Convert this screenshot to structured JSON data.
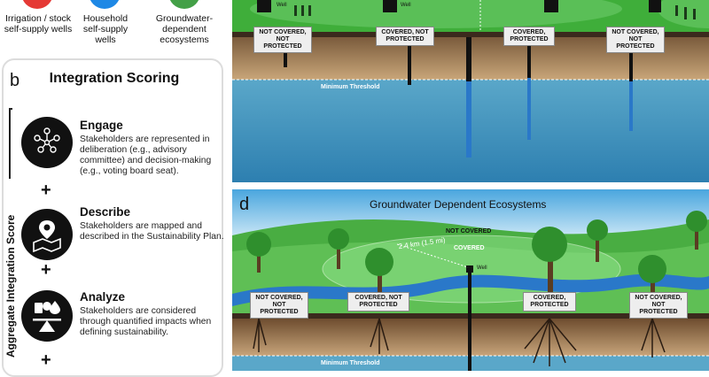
{
  "legend": {
    "items": [
      {
        "label": "Irrigation / stock self-supply wells",
        "color": "#e53935"
      },
      {
        "label": "Household self-supply wells",
        "color": "#1e88e5"
      },
      {
        "label": "Groundwater-dependent ecosystems",
        "color": "#43a047"
      }
    ]
  },
  "panel_b": {
    "letter": "b",
    "title": "Integration Scoring",
    "vertical_label": "Aggregate Integration Score",
    "steps": [
      {
        "title": "Engage",
        "desc": "Stakeholders are represented in deliberation (e.g., advisory committee) and decision-making (e.g., voting board seat)."
      },
      {
        "title": "Describe",
        "desc": "Stakeholders are mapped and described in the Sustainability Plan."
      },
      {
        "title": "Analyze",
        "desc": "Stakeholders are considered through quantified impacts when defining sustainability."
      }
    ],
    "plus": "+"
  },
  "panel_c": {
    "well_label": "Well",
    "tags": [
      "NOT COVERED, NOT PROTECTED",
      "COVERED, NOT PROTECTED",
      "COVERED, PROTECTED",
      "NOT COVERED, NOT PROTECTED"
    ],
    "threshold": "Minimum Threshold"
  },
  "panel_d": {
    "letter": "d",
    "title": "Groundwater Dependent Ecosystems",
    "not_covered": "NOT COVERED",
    "covered": "COVERED",
    "distance": "2.4 km (1.5 mi)",
    "well_label": "Well",
    "tags": [
      "NOT COVERED, NOT PROTECTED",
      "COVERED, NOT PROTECTED",
      "COVERED, PROTECTED",
      "NOT COVERED, NOT PROTECTED"
    ],
    "threshold": "Minimum Threshold"
  }
}
